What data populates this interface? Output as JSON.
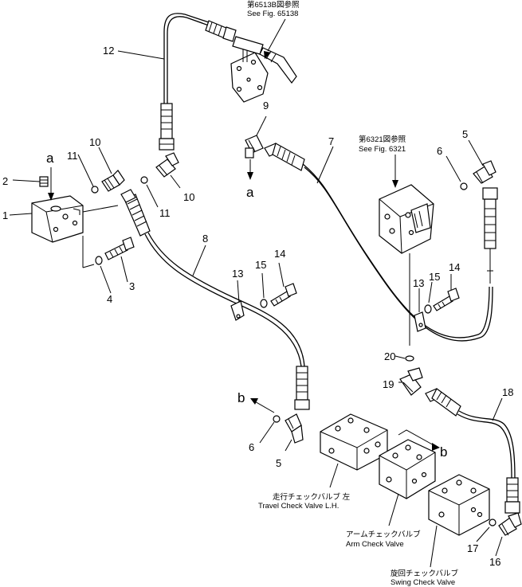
{
  "references": {
    "fig_65138": [
      "第6513B図参照",
      "See Fig. 65138"
    ],
    "fig_6321": [
      "第6321図参照",
      "See Fig. 6321"
    ]
  },
  "connectors": {
    "a": "a",
    "b": "b"
  },
  "part_numbers": [
    "1",
    "2",
    "3",
    "4",
    "5",
    "5",
    "6",
    "6",
    "7",
    "8",
    "9",
    "10",
    "10",
    "11",
    "11",
    "12",
    "13",
    "13",
    "14",
    "14",
    "15",
    "15",
    "16",
    "17",
    "18",
    "19",
    "20"
  ],
  "valve_labels": {
    "travel": [
      "走行チェックバルブ 左",
      "Travel Check Valve L.H."
    ],
    "arm": [
      "アームチェックバルブ",
      "Arm Check Valve"
    ],
    "swing": [
      "旋回チェックバルブ",
      "Swing Check Valve"
    ]
  }
}
